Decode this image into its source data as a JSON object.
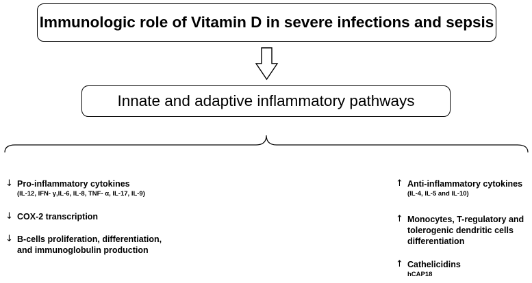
{
  "title": "Immunologic role of Vitamin D in severe infections and sepsis",
  "subtitle_box": "Innate and adaptive inflammatory pathways",
  "left": [
    {
      "arrow": "↓",
      "label": "Pro-inflammatory cytokines",
      "sub": "(IL-12, IFN- γ,IL-6, IL-8, TNF- α, IL-17, IL-9)"
    },
    {
      "arrow": "↓",
      "label": "COX-2 transcription",
      "sub": ""
    },
    {
      "arrow": "↓",
      "label_lines": [
        "B-cells proliferation, differentiation,",
        "and immunoglobulin production"
      ]
    }
  ],
  "right": [
    {
      "arrow": "↑",
      "label": "Anti-inflammatory cytokines",
      "sub": "(IL-4, IL-5 and IL-10)"
    },
    {
      "arrow": "↑",
      "label_lines": [
        "Monocytes, T-regulatory and",
        "tolerogenic dendritic cells",
        "differentiation"
      ]
    },
    {
      "arrow": "↑",
      "label": "Cathelicidins",
      "sub": "hCAP18"
    }
  ]
}
